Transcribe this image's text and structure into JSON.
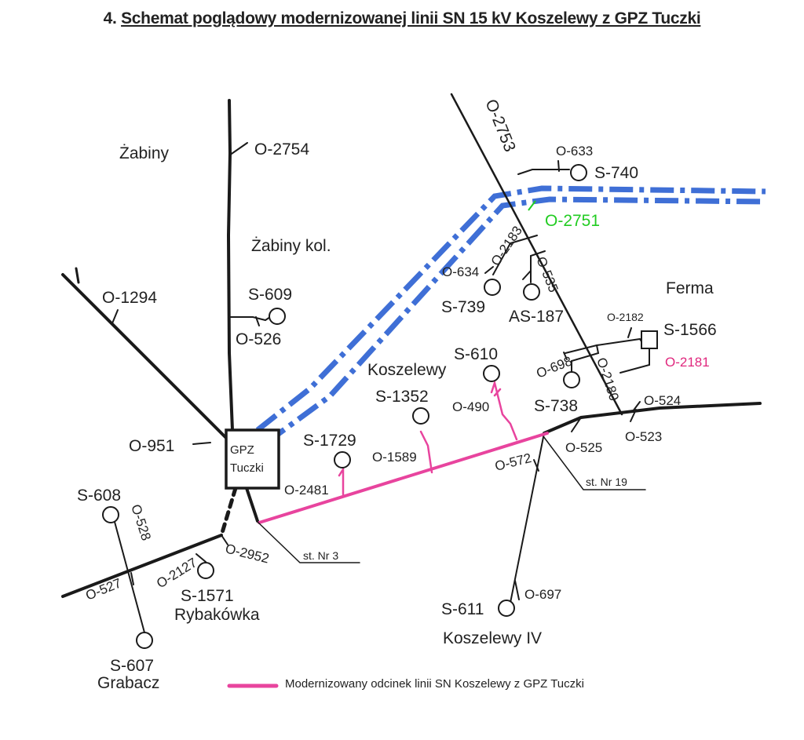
{
  "title": {
    "number": "4.",
    "text": "Schemat poglądowy modernizowanej linii SN 15 kV Koszelewy z GPZ Tuczki"
  },
  "gpz": {
    "line1": "GPZ",
    "line2": "Tuczki"
  },
  "places": {
    "zabiny": "Żabiny",
    "zabiny_kol": "Żabiny kol.",
    "ferma": "Ferma",
    "koszelewy": "Koszelewy",
    "rybakowka": "Rybakówka",
    "grabacz": "Grabacz",
    "koszelewy_iv": "Koszelewy IV"
  },
  "stations": {
    "s740": "S-740",
    "s739": "S-739",
    "as187": "AS-187",
    "s1566": "S-1566",
    "s609": "S-609",
    "s610": "S-610",
    "s1352": "S-1352",
    "s738": "S-738",
    "s1729": "S-1729",
    "s608": "S-608",
    "s1571": "S-1571",
    "s607": "S-607",
    "s611": "S-611"
  },
  "branches": {
    "o2754": "O-2754",
    "o2753": "O-2753",
    "o633": "O-633",
    "o2751": "O-2751",
    "o2183": "O-2183",
    "o634": "O-634",
    "o535": "O-535",
    "o1294": "O-1294",
    "o526": "O-526",
    "o2182": "O-2182",
    "o2181": "O-2181",
    "o698": "O-698",
    "o2180": "O-2180",
    "o490": "O-490",
    "o524": "O-524",
    "o523": "O-523",
    "o525": "O-525",
    "o951": "O-951",
    "o1589": "O-1589",
    "o572": "O-572",
    "o2481": "O-2481",
    "o528": "O-528",
    "o2952": "O-2952",
    "o2127": "O-2127",
    "o527": "O-527",
    "o697": "O-697"
  },
  "posts": {
    "st3": "st. Nr 3",
    "st19": "st. Nr 19"
  },
  "legend": {
    "label": "Modernizowany odcinek linii SN Koszelewy z GPZ Tuczki",
    "color": "#e8449e"
  },
  "colors": {
    "existing_line": "#1a1a1a",
    "modernized_line": "#e8449e",
    "planned_line": "#3f6fd6",
    "o2751": "#22cc22",
    "o2181": "#e0287e"
  }
}
